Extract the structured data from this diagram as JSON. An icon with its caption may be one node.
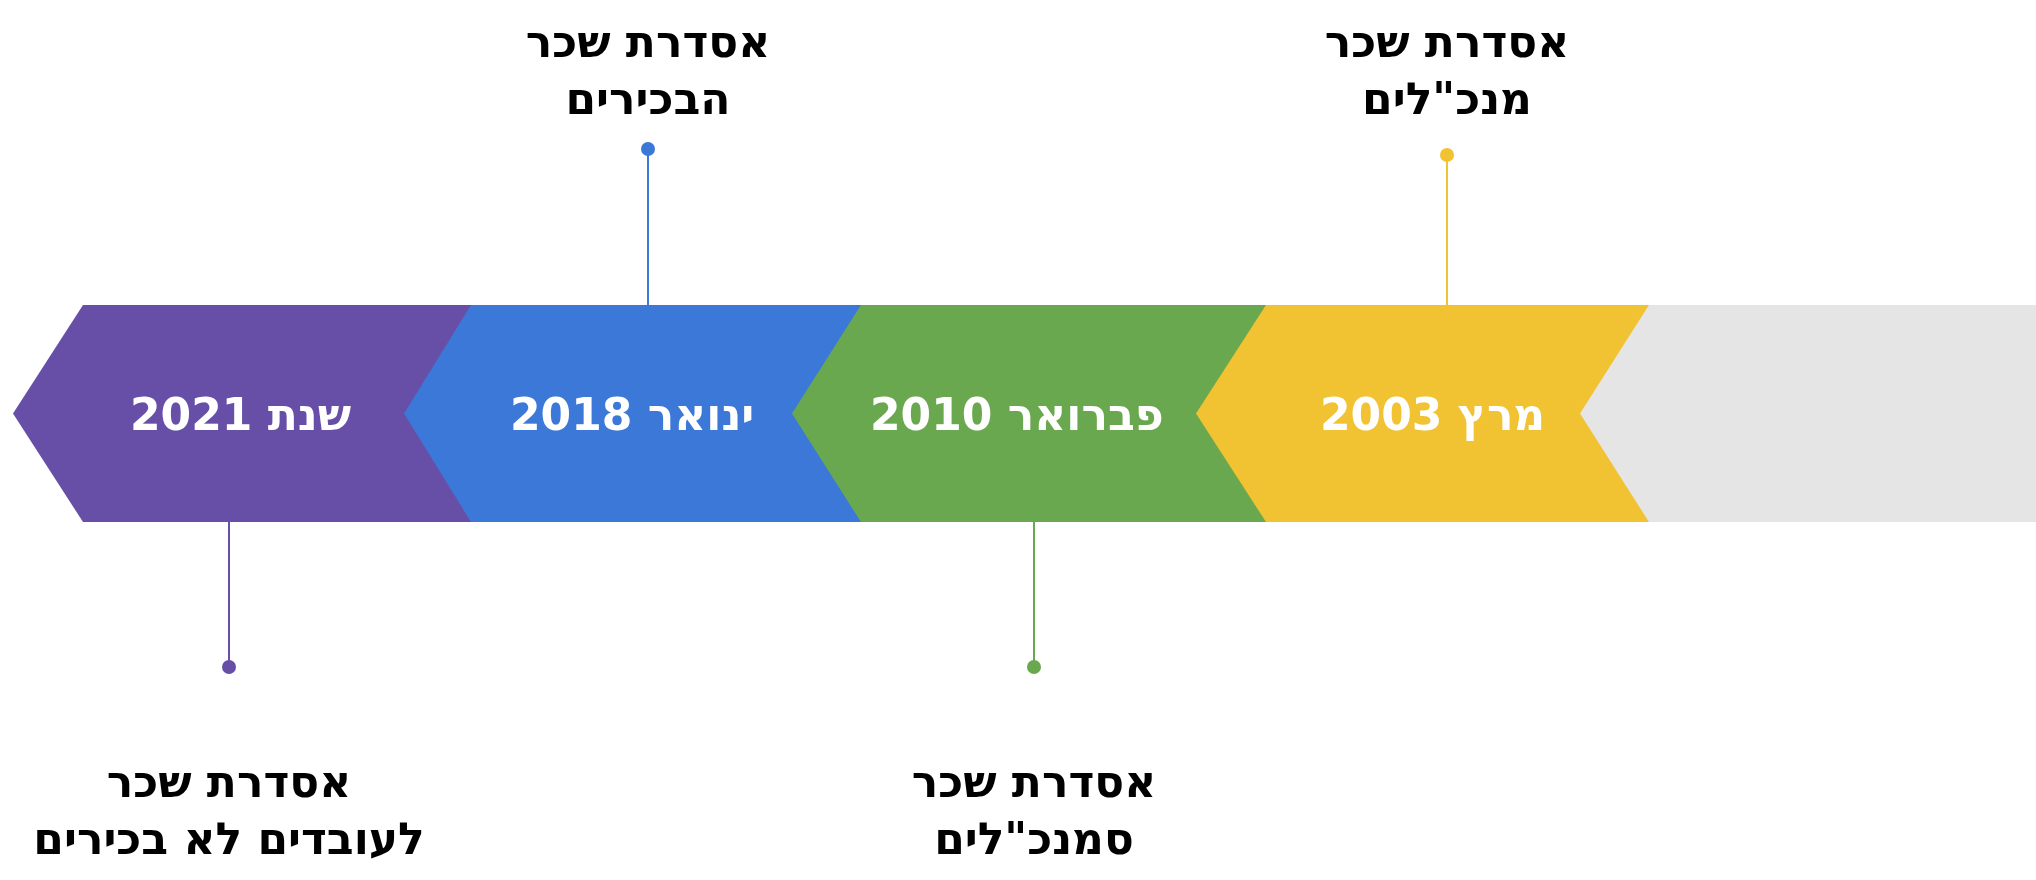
{
  "diagram": {
    "nodes": [
      {
        "text": [
          "אסדרת שכר הבכירים"
        ]
      },
      {
        "text": [
          "אסדרת שכר מנכ\"לים"
        ]
      },
      {
        "text": [
          "שנת 2021"
        ]
      },
      {
        "text": [
          "ינואר 2018"
        ]
      },
      {
        "text": [
          "פברואר 2010"
        ]
      },
      {
        "text": [
          "מרץ 2003"
        ]
      },
      {
        "text": [],
        "shape": "arrow"
      },
      {
        "text": [
          "אסדרת שכר לעובדים לא בכירים"
        ]
      },
      {
        "text": [
          "אסדרת שכר סמנכ\"לים"
        ]
      }
    ],
    "edges": [
      {
        "from": 0,
        "to": 3,
        "arrow": "other",
        "color": "#3c78d8"
      },
      {
        "from": 1,
        "to": 5,
        "arrow": "other",
        "color": "#f1c232"
      },
      {
        "from": 7,
        "to": 2,
        "arrow": "other",
        "color": "#674ea7"
      },
      {
        "from": 8,
        "to": 4,
        "arrow": "other",
        "color": "#6aa84f"
      }
    ]
  }
}
